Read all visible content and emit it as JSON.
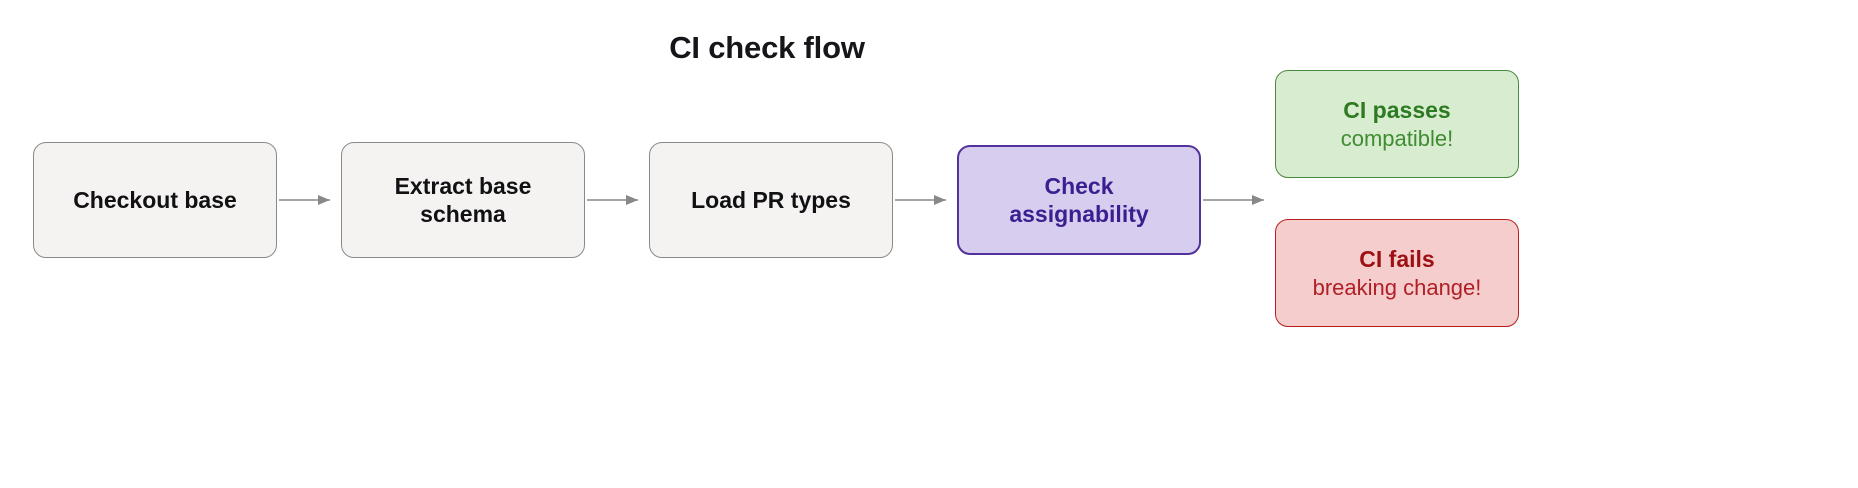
{
  "diagram": {
    "title": "CI check flow",
    "type": "flowchart",
    "direction": "left-to-right",
    "background_color": "#ffffff",
    "arrow_color": "#888888",
    "nodes": [
      {
        "id": "checkout",
        "label": "Checkout base",
        "sublabel": "",
        "style": "process",
        "fill": "#f4f3f1",
        "stroke": "#8a8a8a",
        "text_color": "#111114"
      },
      {
        "id": "extract",
        "label": "Extract base\nschema",
        "sublabel": "",
        "style": "process",
        "fill": "#f4f3f1",
        "stroke": "#8a8a8a",
        "text_color": "#111114"
      },
      {
        "id": "loadtypes",
        "label": "Load PR types",
        "sublabel": "",
        "style": "process",
        "fill": "#f4f3f1",
        "stroke": "#8a8a8a",
        "text_color": "#111114"
      },
      {
        "id": "check",
        "label": "Check\nassignability",
        "sublabel": "",
        "style": "accent",
        "fill": "#d7cdee",
        "stroke": "#53339b",
        "text_color": "#3b1f91"
      },
      {
        "id": "pass",
        "label": "CI passes",
        "sublabel": "compatible!",
        "style": "success",
        "fill": "#d8ecd0",
        "stroke": "#4a8a3c",
        "text_color": "#2d7a22"
      },
      {
        "id": "fail",
        "label": "CI fails",
        "sublabel": "breaking change!",
        "style": "danger",
        "fill": "#f5cdcd",
        "stroke": "#b82020",
        "text_color": "#9c1014"
      }
    ],
    "edges": [
      {
        "id": "e1",
        "from": "checkout",
        "to": "extract",
        "label": ""
      },
      {
        "id": "e2",
        "from": "extract",
        "to": "loadtypes",
        "label": ""
      },
      {
        "id": "e3",
        "from": "loadtypes",
        "to": "check",
        "label": ""
      },
      {
        "id": "e4",
        "from": "check",
        "to": "outcome",
        "label": ""
      }
    ]
  }
}
